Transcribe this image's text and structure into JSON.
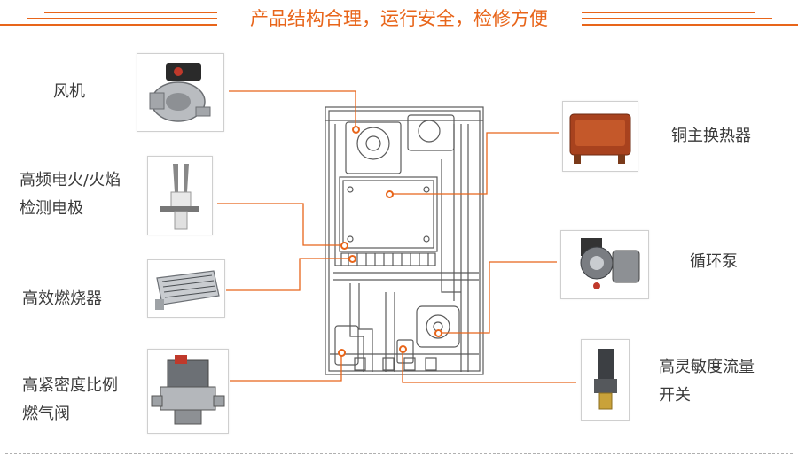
{
  "header": {
    "title": "产品结构合理，运行安全，检修方便"
  },
  "components": {
    "fan": {
      "label": "风机",
      "icon": "fan-icon"
    },
    "electrode": {
      "label_line1": "高频电火/火焰",
      "label_line2": "检测电极",
      "icon": "ignition-electrode-icon"
    },
    "burner": {
      "label": "高效燃烧器",
      "icon": "burner-icon"
    },
    "gas_valve": {
      "label_line1": "高紧密度比例",
      "label_line2": "燃气阀",
      "icon": "gas-valve-icon"
    },
    "heat_exchanger": {
      "label": "铜主换热器",
      "icon": "heat-exchanger-icon"
    },
    "pump": {
      "label": "循环泵",
      "icon": "circulation-pump-icon"
    },
    "flow_switch": {
      "label_line1": "高灵敏度流量",
      "label_line2": "开关",
      "icon": "flow-switch-icon"
    }
  },
  "colors": {
    "accent": "#e8651a",
    "line": "#555555",
    "frame": "#cfcfcf"
  }
}
